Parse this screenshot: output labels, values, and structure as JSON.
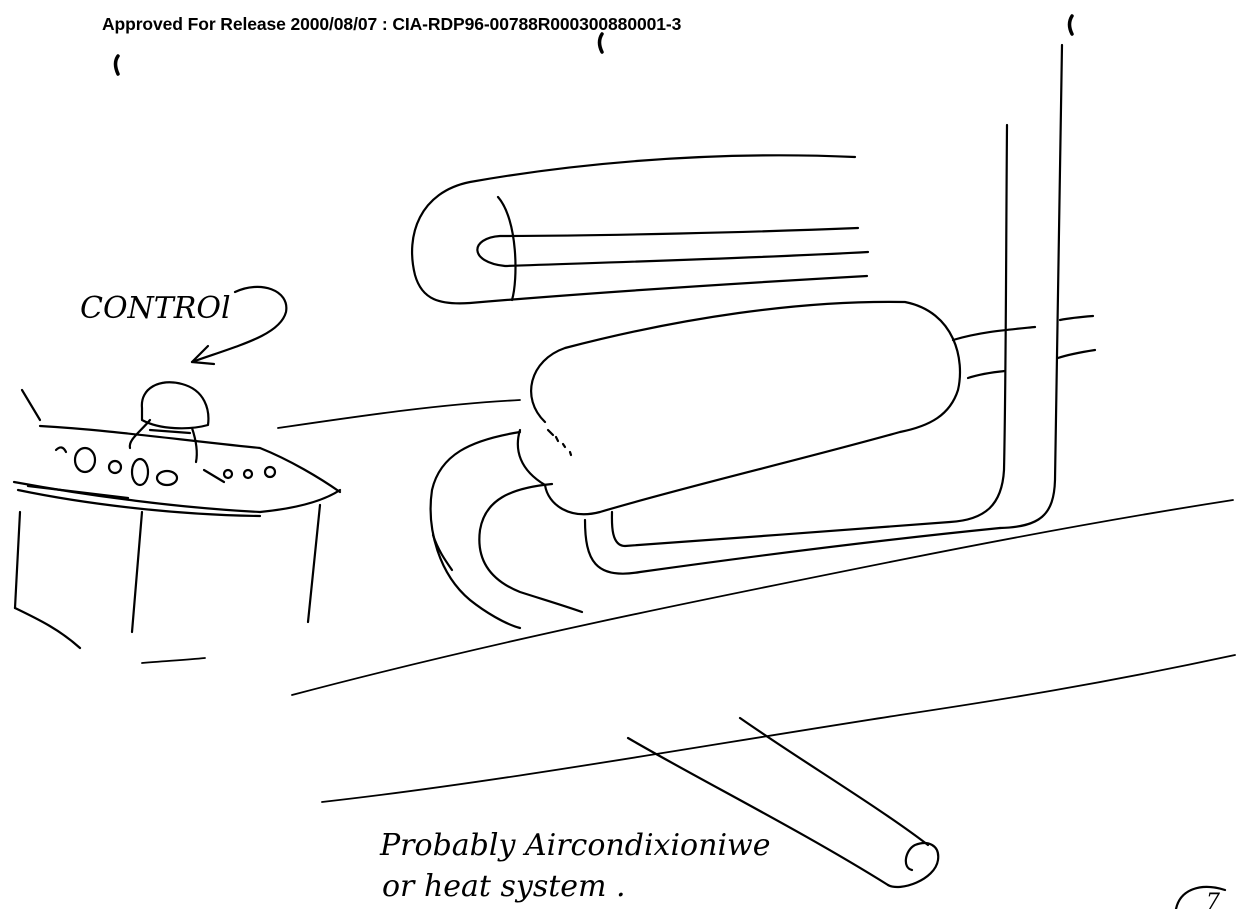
{
  "document": {
    "release_header": "Approved For Release 2000/08/07 : CIA-RDP96-00788R000300880001-3",
    "labels": {
      "control": "CONTROl",
      "caption_line1": "Probably Aircondixioniwe",
      "caption_line2": "or heat system ."
    },
    "page_marker": "7"
  }
}
